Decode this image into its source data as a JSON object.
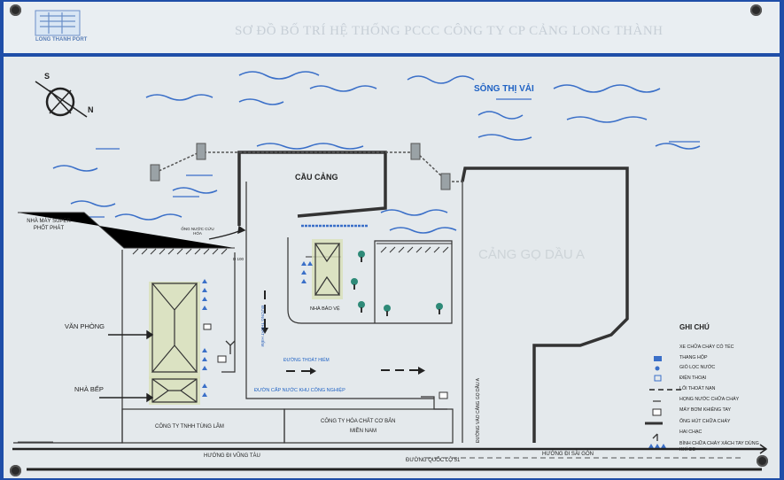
{
  "header": {
    "logo_text": "LONG THANH PORT",
    "title": "SƠ ĐỒ BỐ TRÍ HỆ THỐNG PCCC CÔNG TY CP CẢNG LONG THÀNH"
  },
  "compass": {
    "south": "S",
    "north": "N"
  },
  "map": {
    "river": "SÔNG THỊ VẢI",
    "wharf": "CẦU CẢNG",
    "yard": "CẢNG GỌ DẦU A",
    "factory": "NHÀ MÁY SUPER PHỐT PHÁT",
    "fire_pipe": "ỐNG NƯỚC CỨU HỎA",
    "d100": "D 100",
    "drain_vertical": "ĐƯỜNG THOÁT HIỂM",
    "drain_horizontal": "ĐƯỜNG THOÁT HIỂM",
    "guard_house": "NHÀ BẢO VỆ",
    "office": "VĂN PHÒNG",
    "kitchen": "NHÀ BẾP",
    "water_supply": "ĐƯỜN CẤP NƯỚC KHU CÔNG NGHIỆP",
    "company_1": "CÔNG TY TNHH TÙNG LÂM",
    "company_2_line1": "CÔNG TY HÓA CHẤT CƠ BẢN",
    "company_2_line2": "MIỀN NAM",
    "road_vertical": "ĐƯỜNG VÀO CẢNG GỌ DẦU A",
    "to_vung_tau": "HƯỚNG ĐI VŨNG TÀU",
    "highway": "ĐƯỜNG QUỐC LỘ 51",
    "to_sai_gon": "HƯỚNG ĐI SÀI GÒN"
  },
  "legend": {
    "title": "GHI CHÚ",
    "items": [
      "XE CHỮA CHÁY CÓ TÉC",
      "THANG HỘP",
      "GIỎ LỌC NƯỚC",
      "ĐIỆN THOẠI",
      "LỐI THOÁT NẠN",
      "HỌNG NƯỚC CHỮA CHÁY",
      "MÁY BƠM KHIÊNG TAY",
      "ỐNG HÚT CHỮA CHÁY",
      "HAI CHẠC",
      "BÌNH CHỮA CHÁY XÁCH TAY DÙNG KHÍ CO"
    ]
  },
  "colors": {
    "frame": "#1f4ea8",
    "board": "#e8edf0",
    "water": "#3a6fc8",
    "line": "#222222"
  }
}
